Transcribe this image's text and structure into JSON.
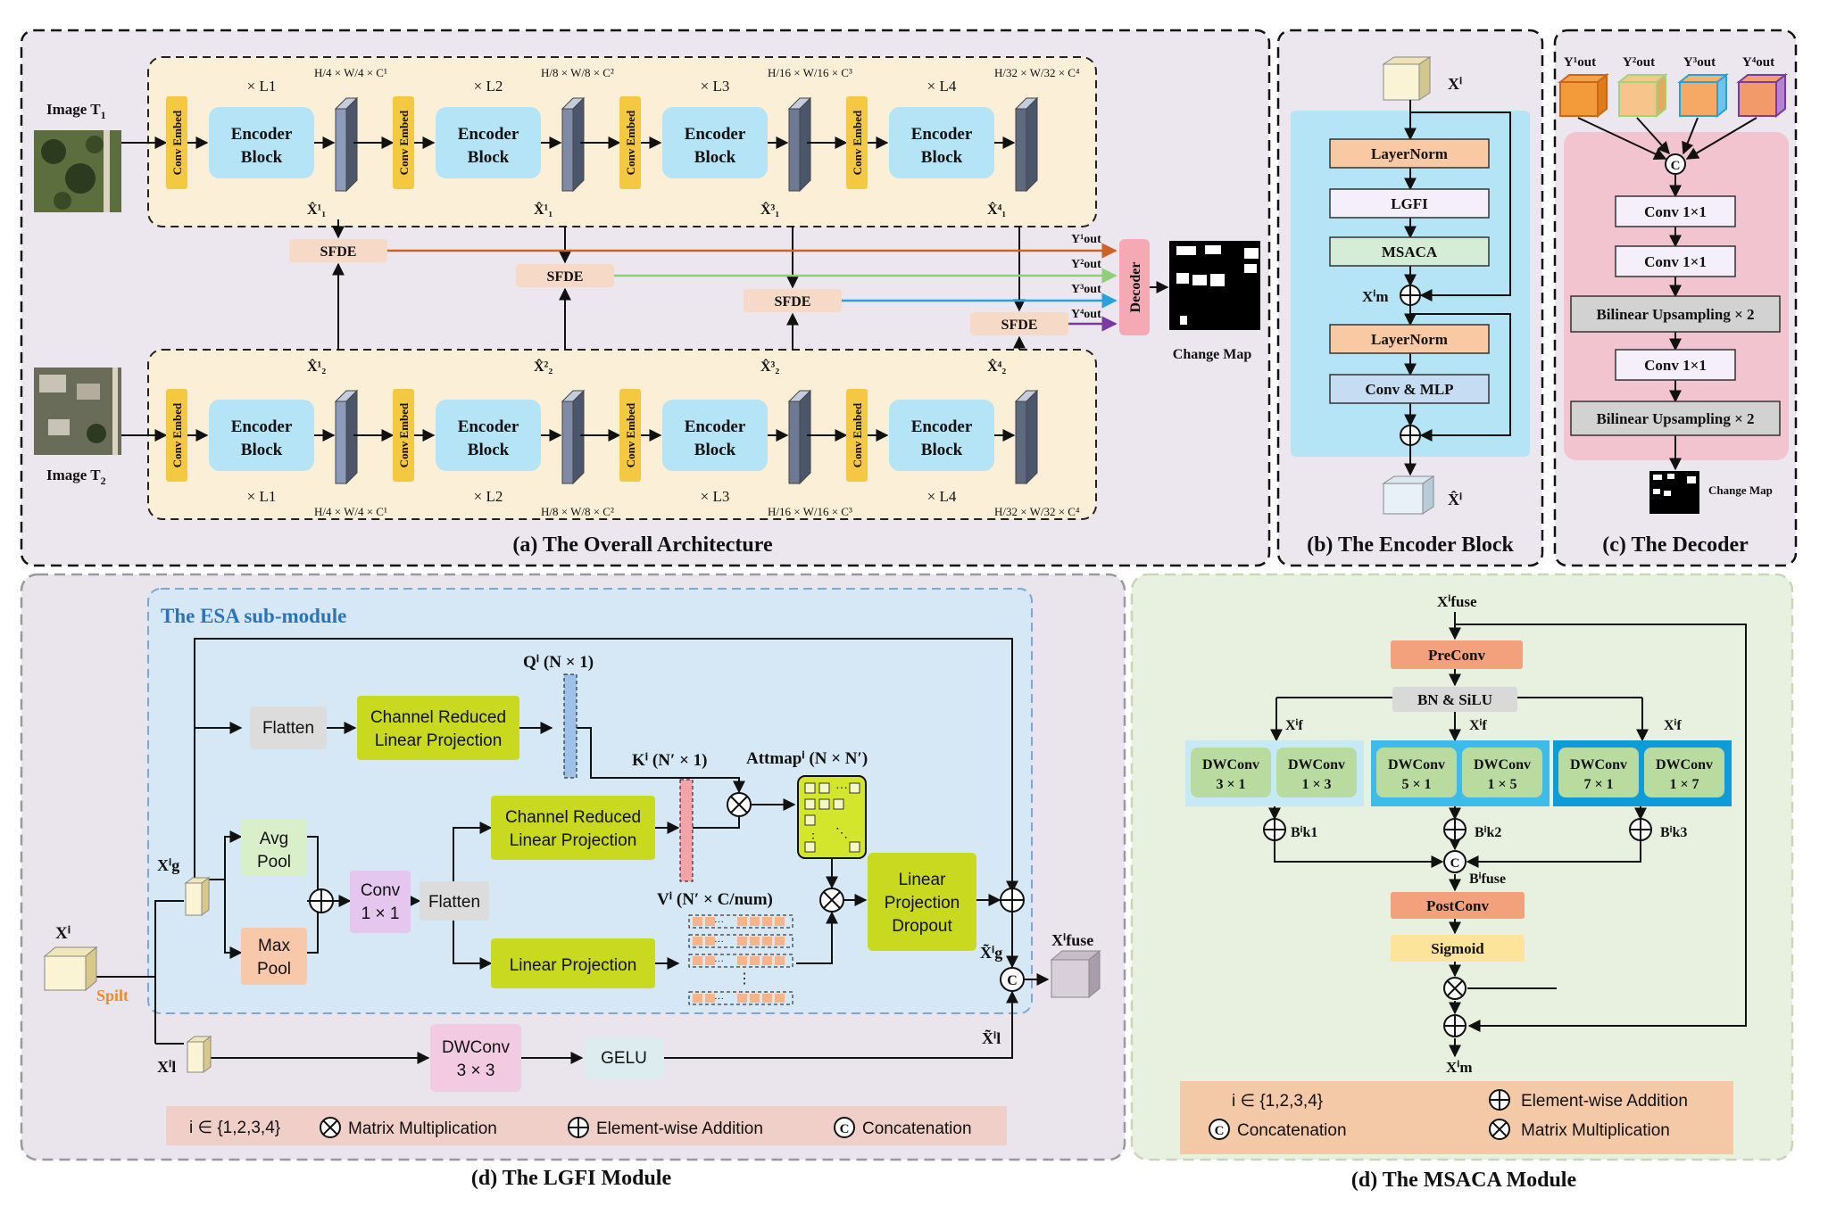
{
  "panels": {
    "a": "(a) The Overall Architecture",
    "b": "(b) The Encoder Block",
    "c": "(c) The Decoder",
    "d_lgfi": "(d) The LGFI Module",
    "d_msaca": "(d) The MSACA Module"
  },
  "overall": {
    "image_t1": "Image T",
    "image_t1_sub": "1",
    "image_t2": "Image T",
    "image_t2_sub": "2",
    "conv_embed": "Conv Embed",
    "encoder": "Encoder",
    "block": "Block",
    "repeat": [
      "× L1",
      "× L2",
      "× L3",
      "× L4"
    ],
    "dims_top": [
      "H/4 × W/4 × C¹",
      "H/8 × W/8 × C²",
      "H/16 × W/16 × C³",
      "H/32 × W/32 × C⁴"
    ],
    "dims_bottom": [
      "H/4 × W/4 × C¹",
      "H/8 × W/8 × C²",
      "H/16 × W/16 × C³",
      "H/32 × W/32 × C⁴"
    ],
    "x1_labels": [
      "X̂¹₁",
      "X̂¹₁",
      "X̂³₁",
      "X̂⁴₁"
    ],
    "x2_labels": [
      "X̂¹₂",
      "X̂²₂",
      "X̂³₂",
      "X̂⁴₂"
    ],
    "sfde": "SFDE",
    "y_out": [
      "Y¹out",
      "Y²out",
      "Y³out",
      "Y⁴out"
    ],
    "decoder": "Decoder",
    "change_map": "Change Map"
  },
  "encoder_block": {
    "input": "Xⁱ",
    "layernorm1": "LayerNorm",
    "lgfi": "LGFI",
    "msaca": "MSACA",
    "xm": "Xⁱm",
    "layernorm2": "LayerNorm",
    "conv_mlp": "Conv & MLP",
    "output": "X̂ⁱ"
  },
  "decoder_panel": {
    "y_labels": [
      "Y¹out",
      "Y²out",
      "Y³out",
      "Y⁴out"
    ],
    "concat": "C",
    "conv1": "Conv 1×1",
    "conv2": "Conv 1×1",
    "upsample1": "Bilinear Upsampling × 2",
    "conv3": "Conv 1×1",
    "upsample2": "Bilinear Upsampling × 2",
    "change_map": "Change Map"
  },
  "lgfi": {
    "esa_title": "The ESA sub-module",
    "xi": "Xⁱ",
    "split": "Spilt",
    "xg": "Xⁱg",
    "xl": "Xⁱl",
    "flatten1": "Flatten",
    "crlp1": [
      "Channel Reduced",
      "Linear Projection"
    ],
    "q_label": "Qⁱ (N × 1)",
    "avg_pool": [
      "Avg",
      "Pool"
    ],
    "max_pool": [
      "Max",
      "Pool"
    ],
    "conv": [
      "Conv",
      "1 × 1"
    ],
    "flatten2": "Flatten",
    "crlp2": [
      "Channel Reduced",
      "Linear Projection"
    ],
    "k_label": "Kⁱ (N′ × 1)",
    "attmap": "Attmapⁱ  (N × N′)",
    "v_label": "Vⁱ (N′ × C/num)",
    "linear_projection": "Linear Projection",
    "lpd": [
      "Linear",
      "Projection",
      "Dropout"
    ],
    "xg_tilde": "X̃ⁱg",
    "x_fuse": "Xⁱfuse",
    "dwconv": [
      "DWConv",
      "3 × 3"
    ],
    "gelu": "GELU",
    "xl_tilde": "X̃ⁱl",
    "legend": {
      "i_set": "i ∈ {1,2,3,4}",
      "mult": "Matrix Multiplication",
      "add": "Element-wise Addition",
      "concat": "Concatenation"
    }
  },
  "msaca": {
    "x_fuse": "Xⁱfuse",
    "preconv": "PreConv",
    "bn_silu": "BN & SiLU",
    "xf": "Xⁱf",
    "dw": [
      [
        "DWConv",
        "3 × 1"
      ],
      [
        "DWConv",
        "1 × 3"
      ],
      [
        "DWConv",
        "5 × 1"
      ],
      [
        "DWConv",
        "1 × 5"
      ],
      [
        "DWConv",
        "7 × 1"
      ],
      [
        "DWConv",
        "1 × 7"
      ]
    ],
    "b_labels": [
      "Bⁱk1",
      "Bⁱk2",
      "Bⁱk3"
    ],
    "b_fuse": "Bⁱfuse",
    "postconv": "PostConv",
    "sigmoid": "Sigmoid",
    "xm": "Xⁱm",
    "legend": {
      "i_set": "i ∈ {1,2,3,4}",
      "add": "Element-wise Addition",
      "concat": "Concatenation",
      "mult": "Matrix Multiplication"
    }
  },
  "colors": {
    "encoder_blue": "#b4e4f5",
    "conv_embed": "#f5c842",
    "sfde": "#f7d9c8",
    "decoder_pink": "#f4a9b4",
    "esa_blue": "#d6e8f5",
    "yellow_green": "#c9d920",
    "msaca_bg": "#e8f0df",
    "legend_bg": "#f3c9a8"
  }
}
